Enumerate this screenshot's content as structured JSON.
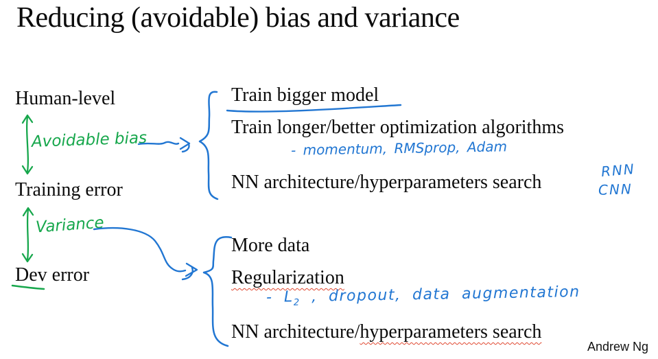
{
  "slide": {
    "title": "Reducing (avoidable) bias and variance",
    "author": "Andrew Ng",
    "colors": {
      "ink_green": "#17a74c",
      "ink_blue": "#2176d2",
      "squiggle_red": "#e0472f",
      "text": "#0b0b0b"
    },
    "left_column": {
      "human_level": "Human-level",
      "avoidable_bias_note": "Avoidable bias",
      "training_error": "Training error",
      "variance_note": "Variance",
      "dev_error": "Dev error"
    },
    "bias_list": {
      "item1": "Train bigger model",
      "item2": "Train longer/better optimization algorithms",
      "item2_note": "- momentum, RMSprop, Adam",
      "item3": "NN architecture/hyperparameters search",
      "note_rnn": "RNN",
      "note_cnn": "CNN"
    },
    "variance_list": {
      "item1": "More data",
      "item2": "Regularization",
      "item2_note_prefix": "- L",
      "item2_note_sub": "2",
      "item2_note_rest": " , dropout, data augmentation",
      "item3_part1": "NN architecture/",
      "item3_part2": "hyperparameters search"
    }
  }
}
